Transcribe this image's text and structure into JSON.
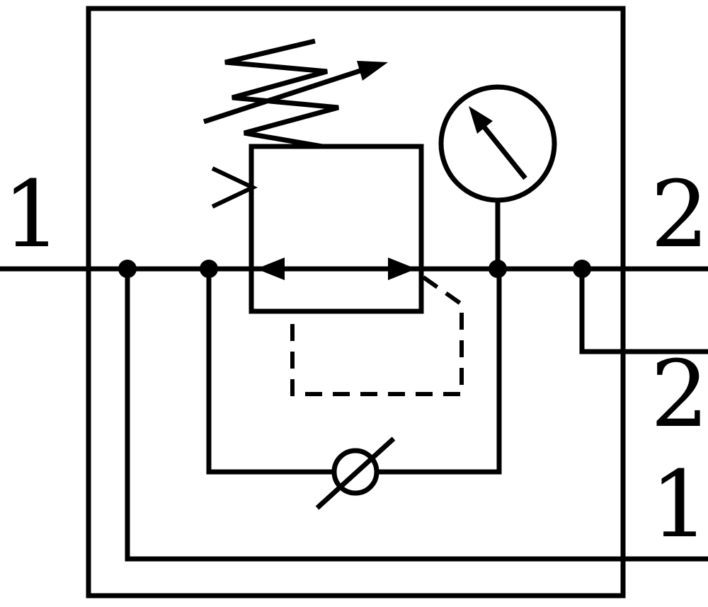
{
  "diagram": {
    "kind": "pneumatic-circuit-symbol",
    "description": "Pressure regulator with adjustable spring, pressure gauge and check-valve bypass inside an enclosure",
    "background_color": "#ffffff",
    "line_color": "#000000",
    "ports": {
      "inlet_left": "1",
      "outlet_top_right": "2",
      "outlet_mid_right": "2",
      "outlet_bottom_right": "1"
    },
    "components": [
      "enclosure-box",
      "main-flow-line",
      "pressure-regulator-valve",
      "adjustable-spring",
      "adjustment-arrow",
      "pilot-arrow",
      "pressure-gauge",
      "pilot-dashed-line",
      "check-valve",
      "bypass-line"
    ]
  }
}
